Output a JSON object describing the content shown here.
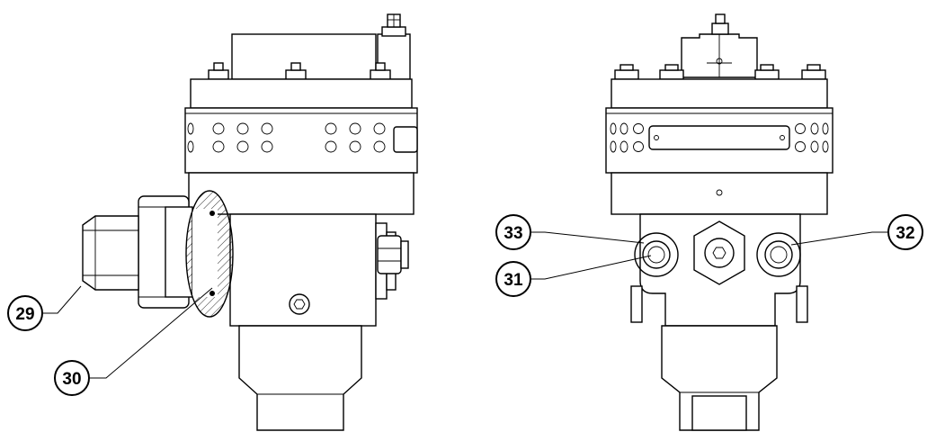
{
  "callouts": {
    "c29": "29",
    "c30": "30",
    "c31": "31",
    "c32": "32",
    "c33": "33"
  }
}
